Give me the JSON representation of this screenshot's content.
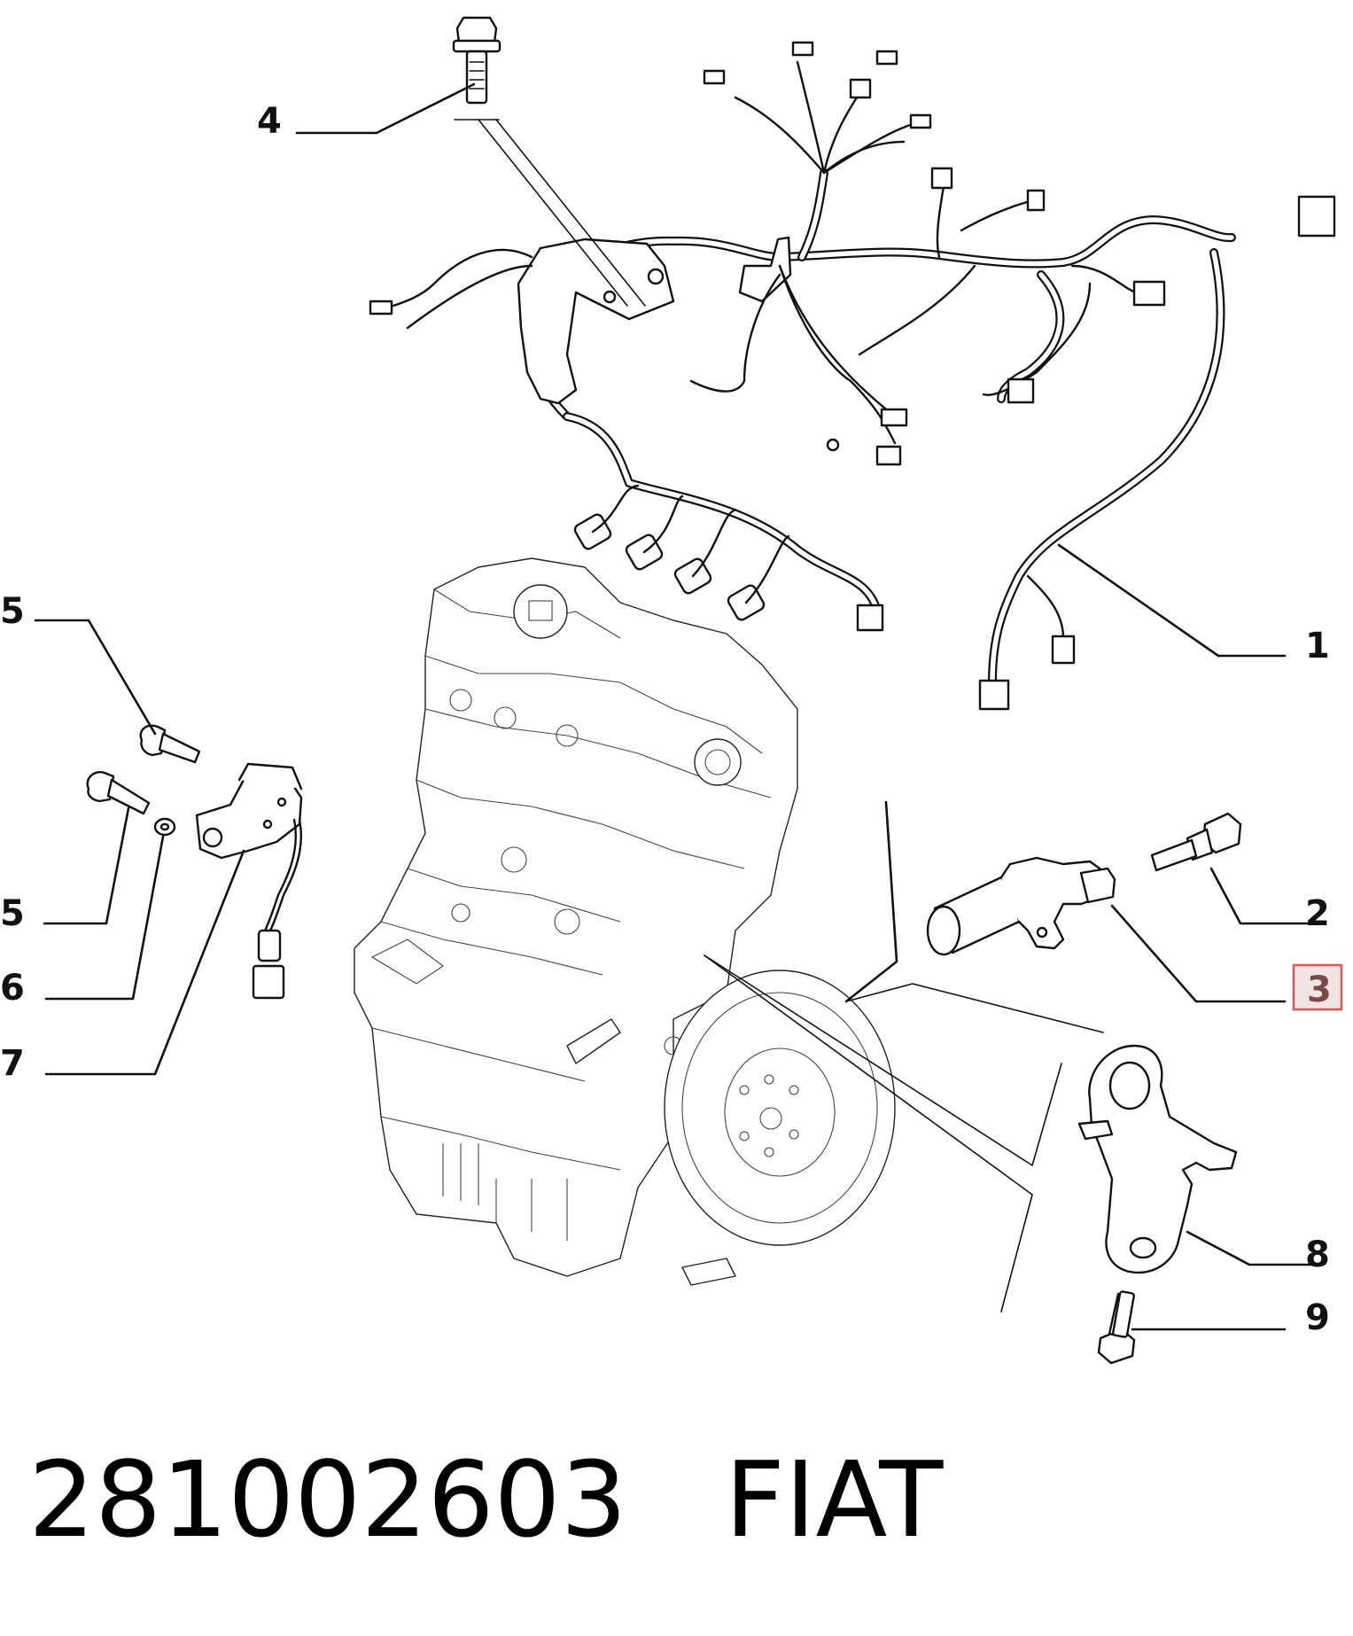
{
  "diagram": {
    "callouts": {
      "c1": "1",
      "c2": "2",
      "c3": "3",
      "c4": "4",
      "c5a": "5",
      "c5b": "5",
      "c6": "6",
      "c7": "7",
      "c8": "8",
      "c9": "9"
    },
    "highlighted_callout": "3",
    "highlight_color": "#d45a5a"
  },
  "footer": {
    "part_number": "281002603",
    "brand": "FIAT"
  }
}
